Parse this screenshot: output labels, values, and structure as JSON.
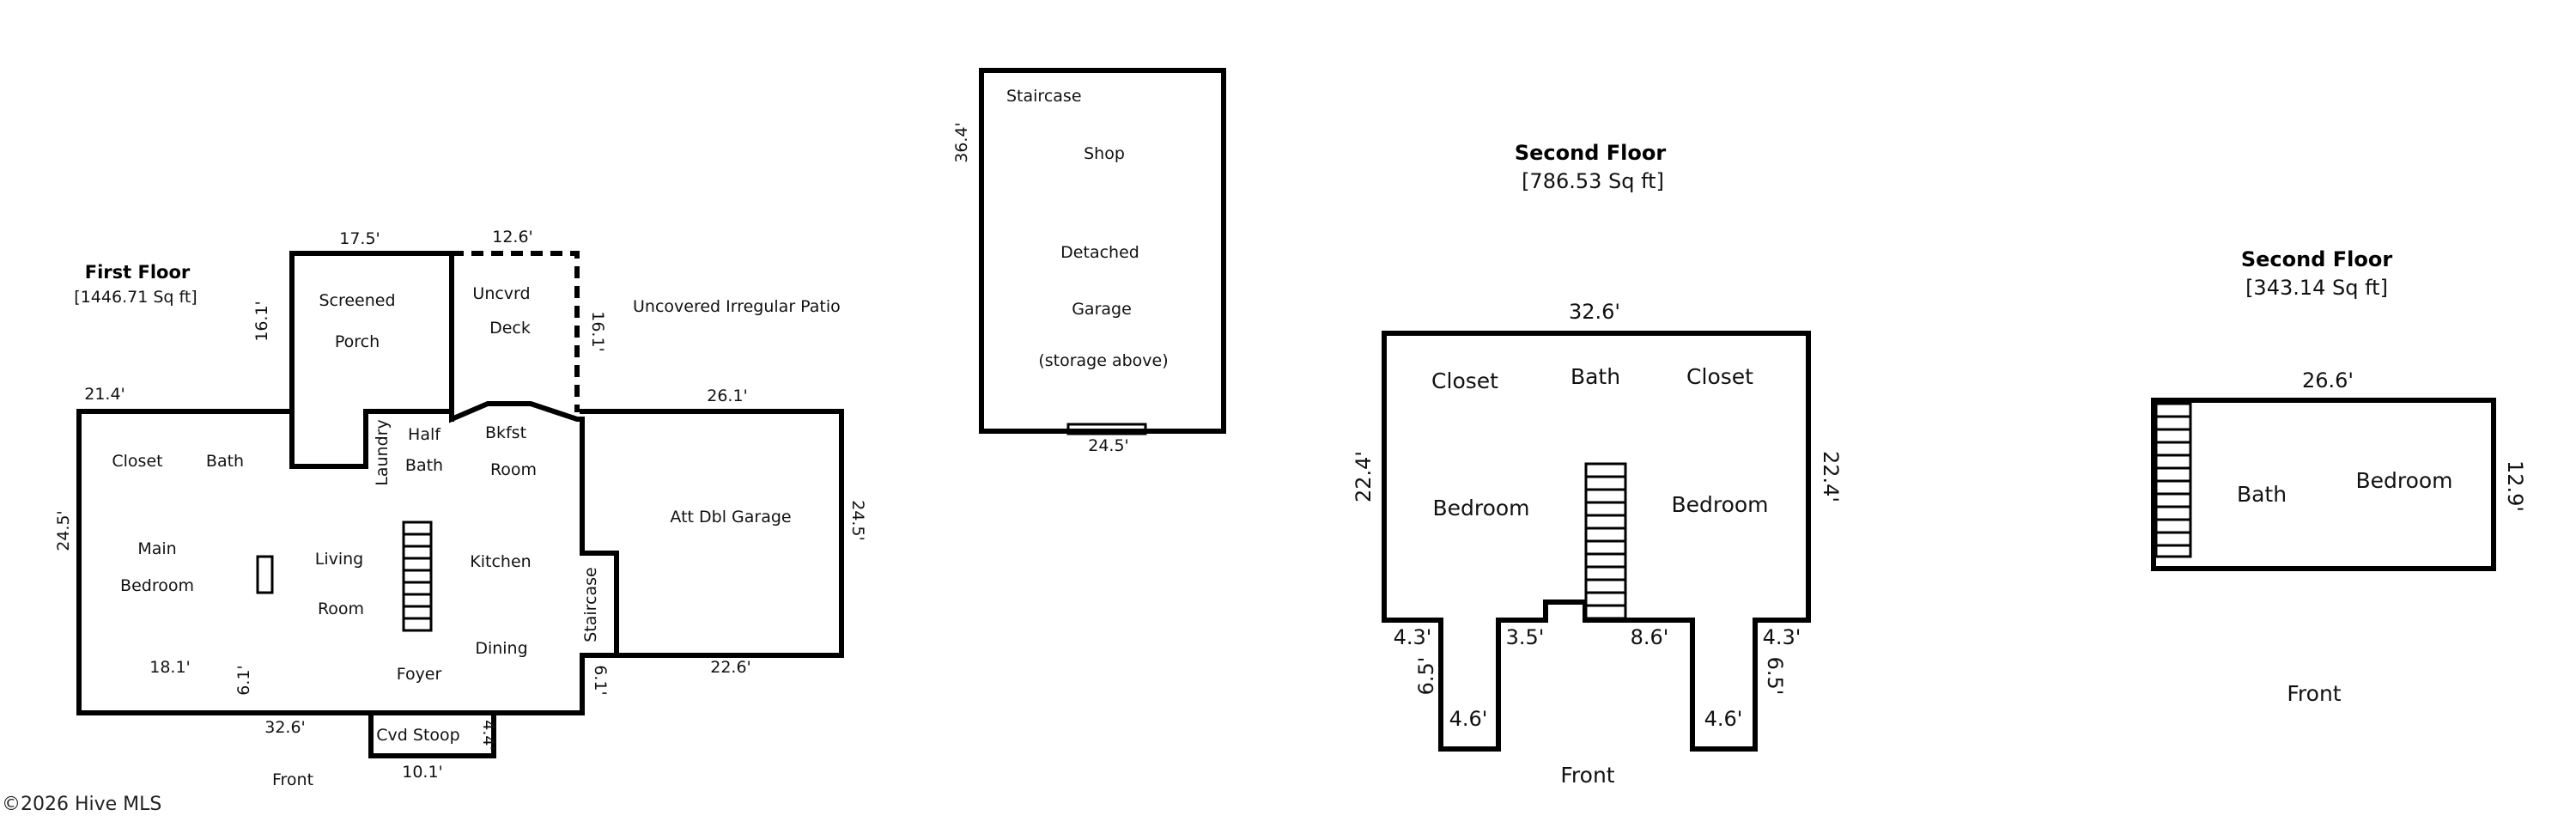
{
  "first_floor": {
    "title": "First Floor",
    "area": "[1446.71 Sq ft]",
    "rooms": {
      "screened_porch_1": "Screened",
      "screened_porch_2": "Porch",
      "deck_1": "Uncvrd",
      "deck_2": "Deck",
      "closet": "Closet",
      "bath": "Bath",
      "laundry": "Laundry",
      "half_bath_1": "Half",
      "half_bath_2": "Bath",
      "bkfst_1": "Bkfst",
      "bkfst_2": "Room",
      "main_bedroom_1": "Main",
      "main_bedroom_2": "Bedroom",
      "living_1": "Living",
      "living_2": "Room",
      "kitchen": "Kitchen",
      "dining": "Dining",
      "foyer": "Foyer",
      "staircase": "Staircase",
      "garage": "Att Dbl Garage",
      "stoop": "Cvd Stoop",
      "patio": "Uncovered Irregular Patio",
      "front": "Front"
    },
    "dims": {
      "porch_width": "17.5'",
      "porch_depth": "16.1'",
      "deck_width": "12.6'",
      "deck_depth": "16.1'",
      "left_top": "21.4'",
      "garage_top": "26.1'",
      "left_side": "24.5'",
      "garage_side": "24.5'",
      "left_bottom": "18.1'",
      "notch_left": "6.1'",
      "notch_right": "6.1'",
      "center_bottom": "32.6'",
      "garage_bottom": "22.6'",
      "stoop_depth": "4.4'",
      "stoop_width": "10.1'"
    }
  },
  "shop": {
    "staircase": "Staircase",
    "shop": "Shop",
    "detached": "Detached",
    "garage": "Garage",
    "storage": "(storage above)",
    "dim_side": "36.4'",
    "dim_bottom": "24.5'"
  },
  "second_floor_a": {
    "title": "Second Floor",
    "area": "[786.53 Sq ft]",
    "rooms": {
      "closet_left": "Closet",
      "bath": "Bath",
      "closet_right": "Closet",
      "bedroom_left": "Bedroom",
      "bedroom_right": "Bedroom",
      "front": "Front"
    },
    "dims": {
      "top": "32.6'",
      "left_side": "22.4'",
      "right_side": "22.4'",
      "left_step": "4.3'",
      "left_leg_depth": "6.5'",
      "left_leg_width": "4.6'",
      "center_left": "3.5'",
      "center_right": "8.6'",
      "right_step": "4.3'",
      "right_leg_depth": "6.5'",
      "right_leg_width": "4.6'"
    }
  },
  "second_floor_b": {
    "title": "Second Floor",
    "area": "[343.14 Sq ft]",
    "rooms": {
      "bath": "Bath",
      "bedroom": "Bedroom",
      "front": "Front"
    },
    "dims": {
      "top": "26.6'",
      "side": "12.9'"
    }
  },
  "copyright": "©2026 Hive MLS"
}
